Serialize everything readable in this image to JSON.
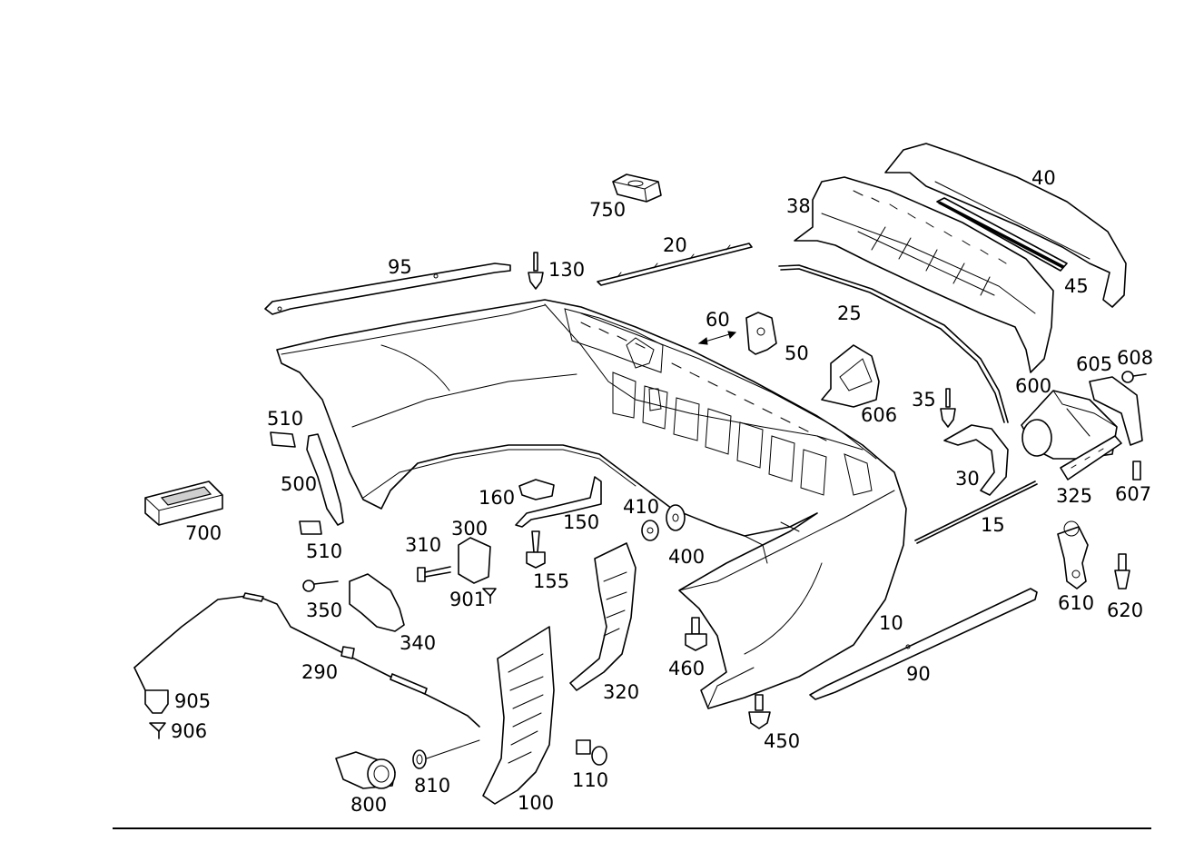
{
  "callouts": {
    "p10": "10",
    "p15": "15",
    "p20": "20",
    "p25": "25",
    "p30": "30",
    "p35": "35",
    "p38": "38",
    "p40": "40",
    "p45": "45",
    "p50": "50",
    "p60": "60",
    "p90": "90",
    "p95": "95",
    "p100": "100",
    "p110": "110",
    "p130": "130",
    "p150": "150",
    "p155": "155",
    "p160": "160",
    "p290": "290",
    "p300": "300",
    "p310": "310",
    "p320": "320",
    "p325": "325",
    "p340": "340",
    "p350": "350",
    "p400": "400",
    "p410": "410",
    "p450": "450",
    "p460": "460",
    "p500": "500",
    "p510a": "510",
    "p510b": "510",
    "p600": "600",
    "p605": "605",
    "p606": "606",
    "p607": "607",
    "p608": "608",
    "p610": "610",
    "p620": "620",
    "p700": "700",
    "p750": "750",
    "p800": "800",
    "p810": "810",
    "p901": "901",
    "p905": "905",
    "p906": "906"
  }
}
